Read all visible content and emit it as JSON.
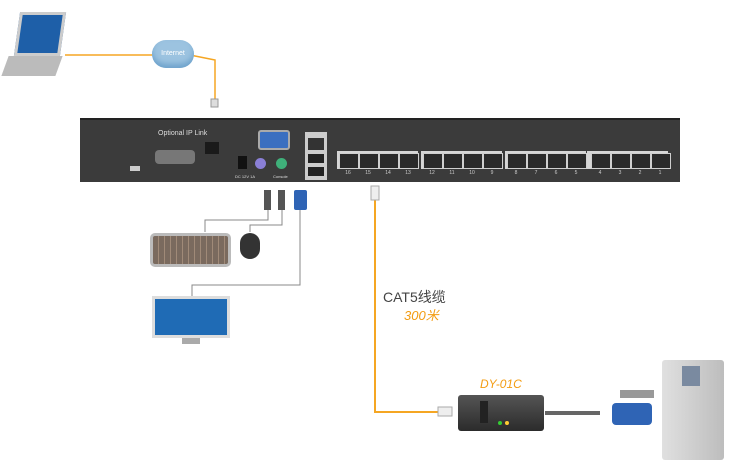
{
  "cloud_label": "Internet",
  "switch": {
    "ip_label": "Optional IP Link",
    "power_label": "DC 12V 1A",
    "console_label": "Console",
    "ports": [
      "16",
      "15",
      "14",
      "13",
      "12",
      "11",
      "10",
      "9",
      "8",
      "7",
      "6",
      "5",
      "4",
      "3",
      "2",
      "1"
    ]
  },
  "cable": {
    "type_label": "CAT5线缆",
    "length_label": "300米"
  },
  "adapter": {
    "model": "DY-01C"
  },
  "colors": {
    "cable": "#f5a623",
    "chassis": "#3b3b3b"
  }
}
